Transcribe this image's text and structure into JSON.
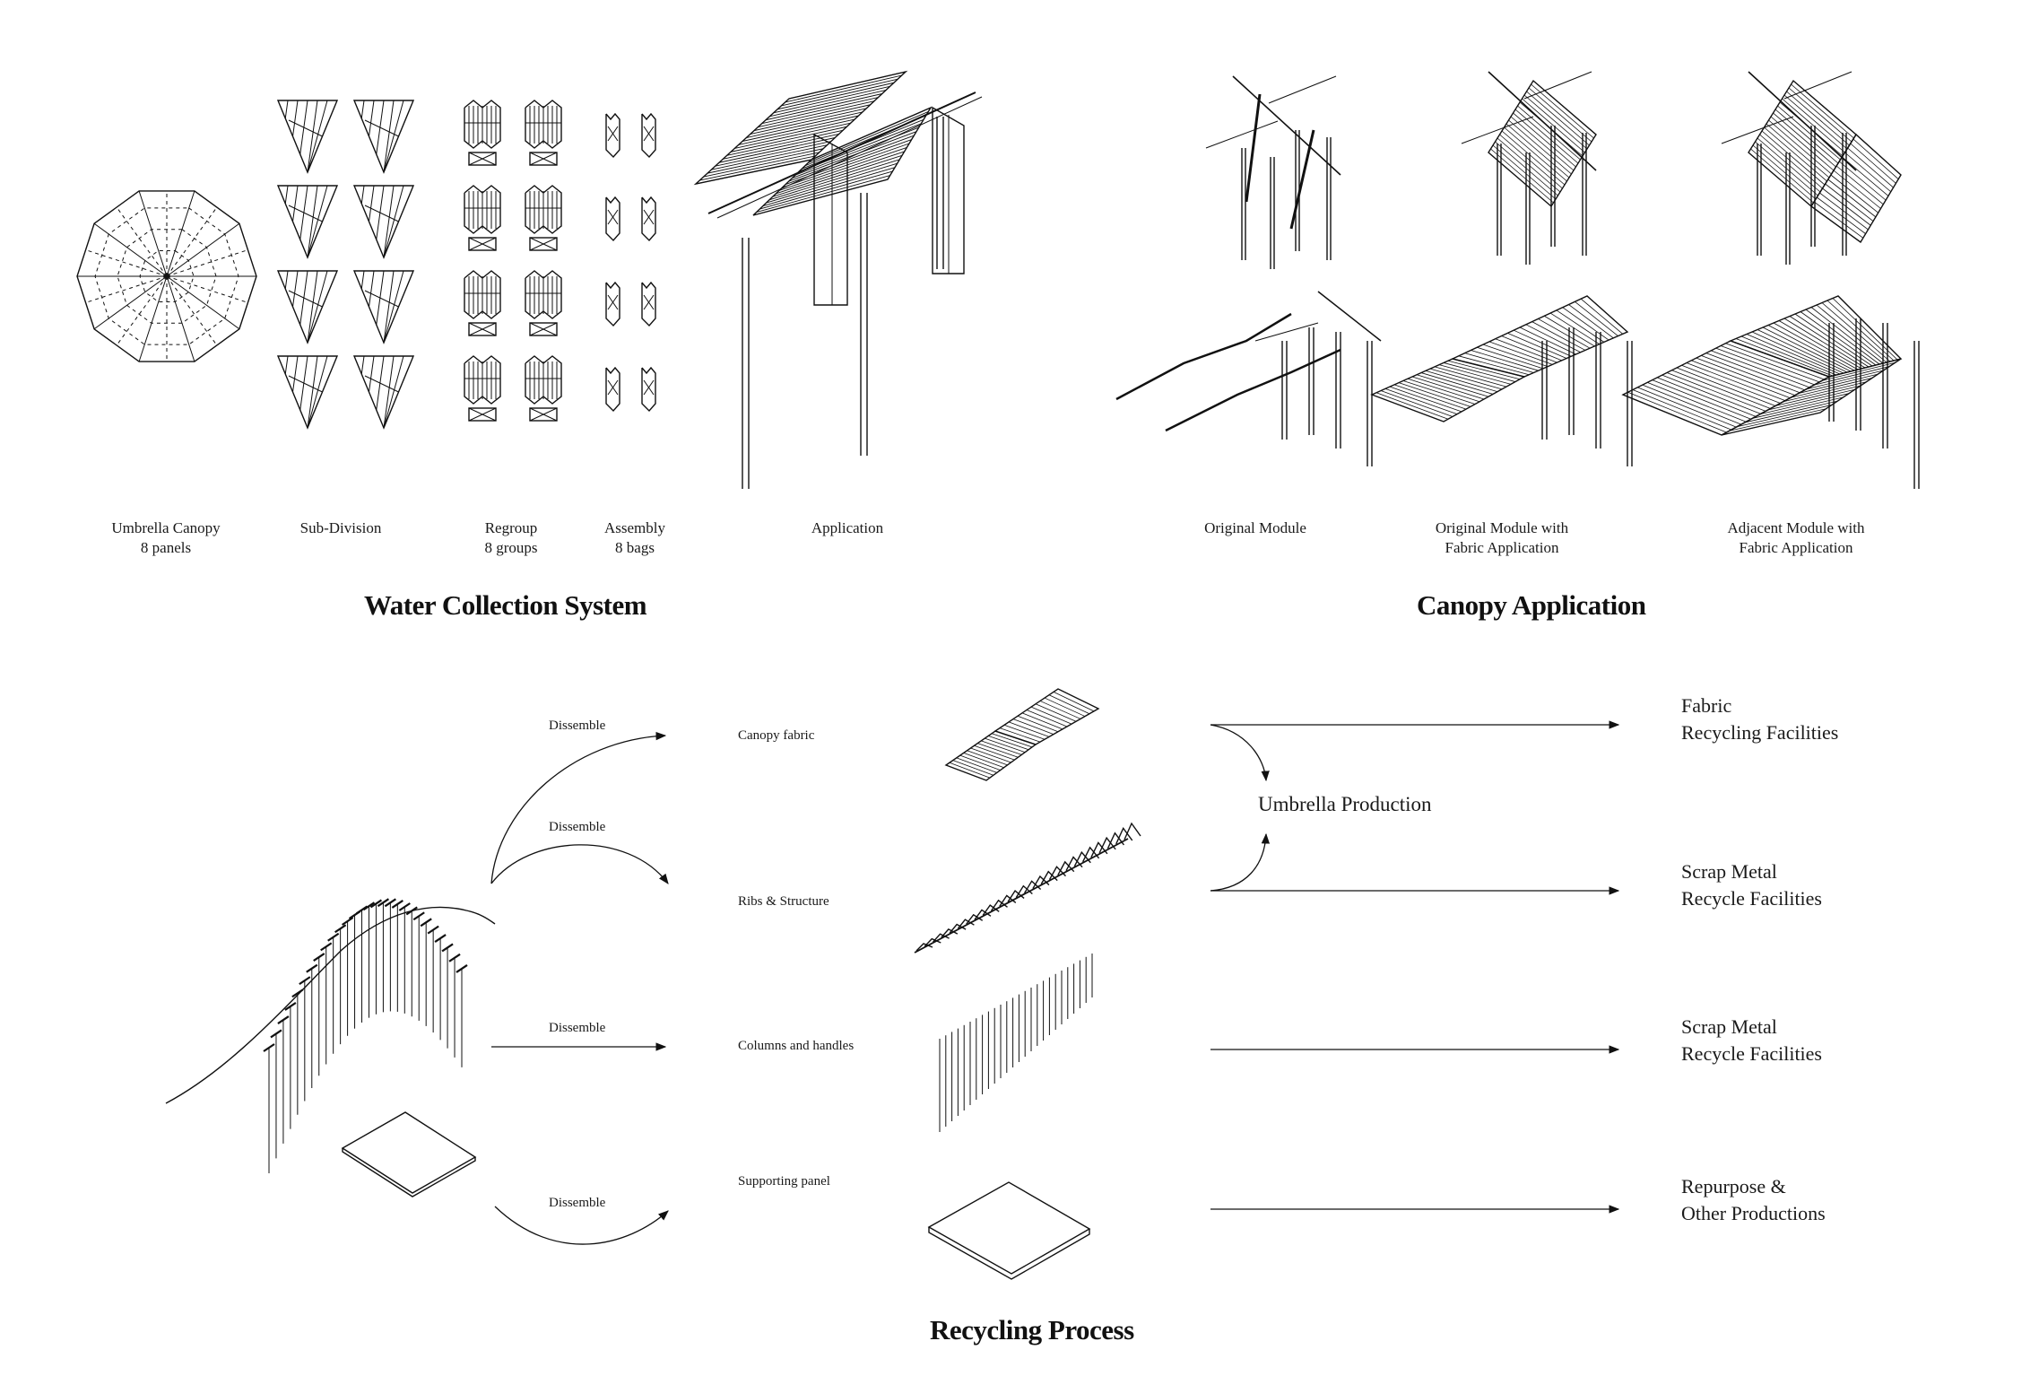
{
  "water": {
    "title": "Water Collection System",
    "steps": [
      {
        "line1": "Umbrella Canopy",
        "line2": "8 panels"
      },
      {
        "line1": "Sub-Division",
        "line2": ""
      },
      {
        "line1": "Regroup",
        "line2": "8 groups"
      },
      {
        "line1": "Assembly",
        "line2": "8 bags"
      },
      {
        "line1": "Application",
        "line2": ""
      }
    ]
  },
  "canopy": {
    "title": "Canopy Application",
    "steps": [
      {
        "line1": "Original Module",
        "line2": ""
      },
      {
        "line1": "Original Module with",
        "line2": "Fabric Application"
      },
      {
        "line1": "Adjacent Module with",
        "line2": "Fabric Application"
      }
    ]
  },
  "recycling": {
    "title": "Recycling Process",
    "action": "Dissemble",
    "components": [
      "Canopy fabric",
      "Ribs & Structure",
      "Columns and handles",
      "Supporting panel"
    ],
    "hub": "Umbrella Production",
    "destinations": [
      {
        "line1": "Fabric",
        "line2": "Recycling Facilities"
      },
      {
        "line1": "Scrap Metal",
        "line2": "Recycle Facilities"
      },
      {
        "line1": "Scrap Metal",
        "line2": "Recycle Facilities"
      },
      {
        "line1": "Repurpose &",
        "line2": "Other Productions"
      }
    ]
  }
}
